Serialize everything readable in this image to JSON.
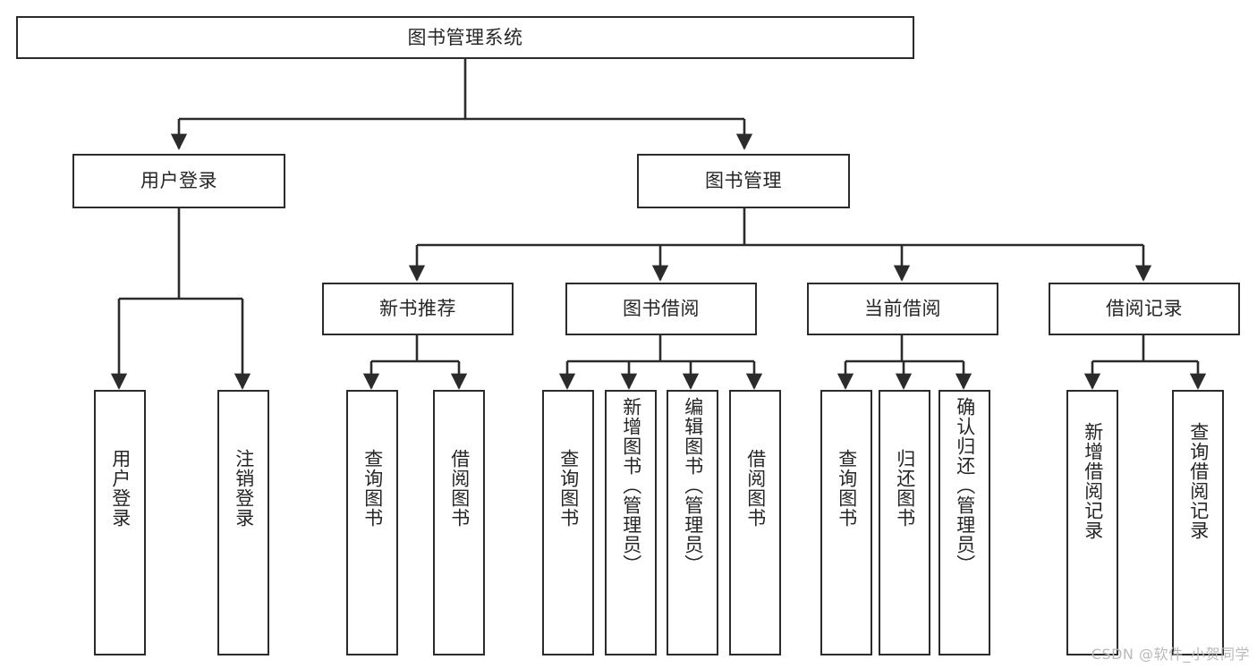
{
  "diagram": {
    "title": "图书管理系统",
    "type": "tree-hierarchy-diagram",
    "colors": {
      "box_border": "#2b2b2b",
      "box_fill": "#ffffff",
      "text": "#262626",
      "connector": "#2b2b2b",
      "background": "#ffffff",
      "watermark": "#b9b9b9"
    },
    "root": {
      "label": "图书管理系统"
    },
    "level2": [
      {
        "key": "user-login",
        "label": "用户登录"
      },
      {
        "key": "book-management",
        "label": "图书管理"
      }
    ],
    "level3": [
      {
        "key": "new-book-recommend",
        "label": "新书推荐"
      },
      {
        "key": "book-borrow",
        "label": "图书借阅"
      },
      {
        "key": "current-borrow",
        "label": "当前借阅"
      },
      {
        "key": "borrow-record",
        "label": "借阅记录"
      }
    ],
    "leaves": {
      "user_login": [
        {
          "key": "user-login-leaf",
          "label": "用户登录"
        },
        {
          "key": "logout-leaf",
          "label": "注销登录"
        }
      ],
      "new_book_recommend": [
        {
          "key": "query-book-1",
          "label": "查询图书"
        },
        {
          "key": "borrow-book-1",
          "label": "借阅图书"
        }
      ],
      "book_borrow": [
        {
          "key": "query-book-2",
          "label": "查询图书"
        },
        {
          "key": "add-book-admin",
          "label": "新增图书（管理员）"
        },
        {
          "key": "edit-book-admin",
          "label": "编辑图书（管理员）"
        },
        {
          "key": "borrow-book-2",
          "label": "借阅图书"
        }
      ],
      "current_borrow": [
        {
          "key": "query-book-3",
          "label": "查询图书"
        },
        {
          "key": "return-book",
          "label": "归还图书"
        },
        {
          "key": "confirm-return-admin",
          "label": "确认归还（管理员）"
        }
      ],
      "borrow_record": [
        {
          "key": "add-borrow-record",
          "label": "新增借阅记录"
        },
        {
          "key": "query-borrow-record",
          "label": "查询借阅记录"
        }
      ]
    }
  },
  "watermark": {
    "text": "CSDN @软件_小贺同学"
  }
}
